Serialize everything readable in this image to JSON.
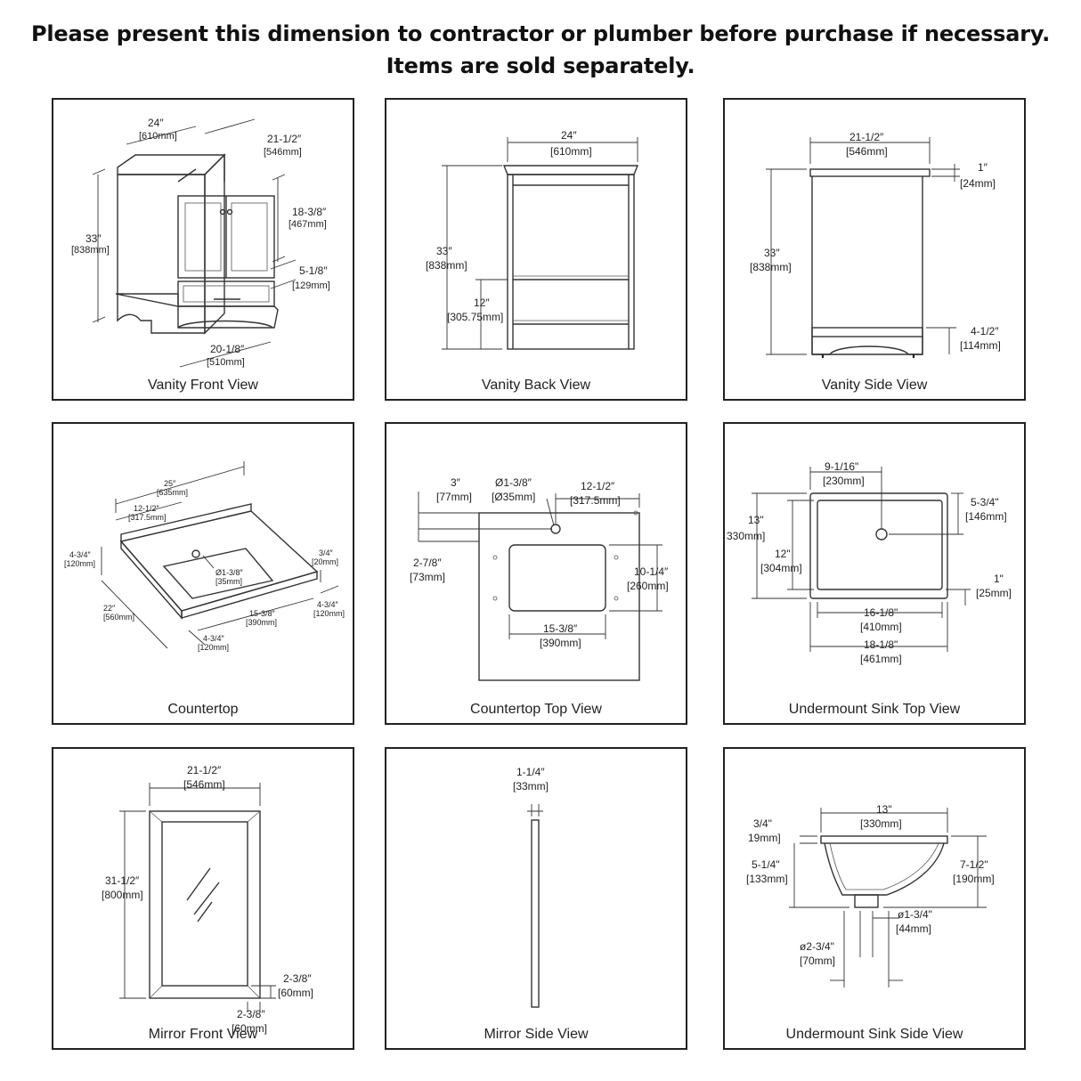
{
  "header": {
    "line1": "Please present this dimension to contractor or plumber before purchase if necessary.",
    "line2": "Items are sold separately."
  },
  "panels": {
    "p1": {
      "caption": "Vanity Front View",
      "d_w_in": "24″",
      "d_w_mm": "[610mm]",
      "d_d_in": "21-1/2″",
      "d_d_mm": "[546mm]",
      "d_h_in": "33″",
      "d_h_mm": "[838mm]",
      "d_door_in": "18-3/8″",
      "d_door_mm": "[467mm]",
      "d_drawer_in": "5-1/8″",
      "d_drawer_mm": "[129mm]",
      "d_base_in": "20-1/8″",
      "d_base_mm": "[510mm]"
    },
    "p2": {
      "caption": "Vanity Back View",
      "d_w_in": "24″",
      "d_w_mm": "[610mm]",
      "d_h_in": "33″",
      "d_h_mm": "[838mm]",
      "d_shelf_in": "12″",
      "d_shelf_mm": "[305.75mm]"
    },
    "p3": {
      "caption": "Vanity Side View",
      "d_w_in": "21-1/2″",
      "d_w_mm": "[546mm]",
      "d_top_in": "1″",
      "d_top_mm": "[24mm]",
      "d_h_in": "33″",
      "d_h_mm": "[838mm]",
      "d_kick_in": "4-1/2″",
      "d_kick_mm": "[114mm]"
    },
    "p4": {
      "caption": "Countertop",
      "d_w_in": "25″",
      "d_w_mm": "[635mm]",
      "d_c_in": "12-1/2″",
      "d_c_mm": "[317.5mm]",
      "d_bs_in": "4-3/4″",
      "d_bs_mm": "[120mm]",
      "d_th_in": "3/4″",
      "d_th_mm": "[20mm]",
      "d_hole_in": "Ø1-3/8″",
      "d_hole_mm": "[35mm]",
      "d_depth_in": "22″",
      "d_depth_mm": "[560mm]",
      "d_sink_in": "15-3/8″",
      "d_sink_mm": "[390mm]",
      "d_r_in": "4-3/4″",
      "d_r_mm": "[120mm]",
      "d_f_in": "4-3/4″",
      "d_f_mm": "[120mm]"
    },
    "p5": {
      "caption": "Countertop Top View",
      "d_off_in": "3″",
      "d_off_mm": "[77mm]",
      "d_hole_in": "Ø1-3/8″",
      "d_hole_mm": "[Ø35mm]",
      "d_c_in": "12-1/2″",
      "d_c_mm": "[317.5mm]",
      "d_l_in": "2-7/8″",
      "d_l_mm": "[73mm]",
      "d_sh_in": "10-1/4″",
      "d_sh_mm": "[260mm]",
      "d_sw_in": "15-3/8″",
      "d_sw_mm": "[390mm]"
    },
    "p6": {
      "caption": "Undermount Sink Top View",
      "d_a_in": "9-1/16\"",
      "d_a_mm": "[230mm]",
      "d_b_in": "5-3/4\"",
      "d_b_mm": "[146mm]",
      "d_h_in": "13\"",
      "d_h_mm": "330mm]",
      "d_ih_in": "12\"",
      "d_ih_mm": "[304mm]",
      "d_rim_in": "1\"",
      "d_rim_mm": "[25mm]",
      "d_iw_in": "16-1/8\"",
      "d_iw_mm": "[410mm]",
      "d_ow_in": "18-1/8\"",
      "d_ow_mm": "[461mm]"
    },
    "p7": {
      "caption": "Mirror Front View",
      "d_w_in": "21-1/2″",
      "d_w_mm": "[546mm]",
      "d_h_in": "31-1/2″",
      "d_h_mm": "[800mm]",
      "d_fr_in": "2-3/8″",
      "d_fr_mm": "[60mm]",
      "d_fb_in": "2-3/8″",
      "d_fb_mm": "[60mm]"
    },
    "p8": {
      "caption": "Mirror Side View",
      "d_t_in": "1-1/4″",
      "d_t_mm": "[33mm]"
    },
    "p9": {
      "caption": "Undermount Sink Side View",
      "d_w_in": "13\"",
      "d_w_mm": "[330mm]",
      "d_rim_in": "3/4\"",
      "d_rim_mm": "19mm]",
      "d_d_in": "5-1/4\"",
      "d_d_mm": "[133mm]",
      "d_h_in": "7-1/2\"",
      "d_h_mm": "[190mm]",
      "d_dr_in": "ø1-3/4\"",
      "d_dr_mm": "[44mm]",
      "d_do_in": "ø2-3/4\"",
      "d_do_mm": "[70mm]"
    }
  }
}
